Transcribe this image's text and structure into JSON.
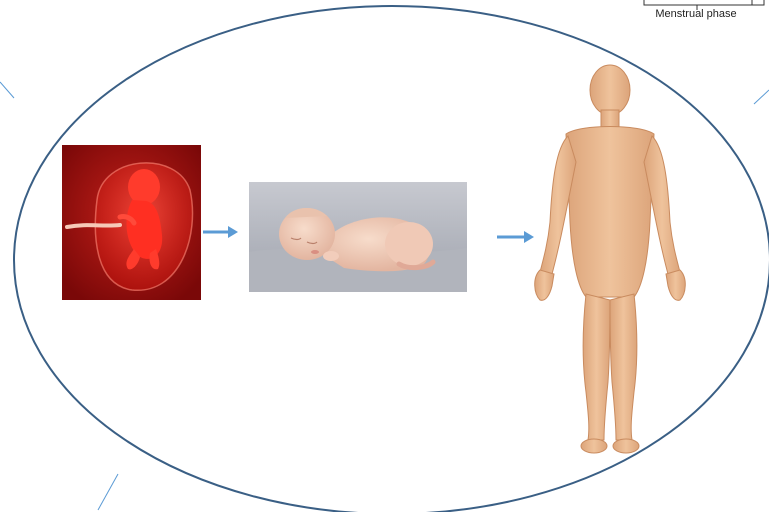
{
  "diagram": {
    "corner_label": "Menstrual phase",
    "stages": [
      "fetus",
      "newborn-baby",
      "adult-human"
    ],
    "colors": {
      "ellipse": "#3a5f85",
      "arrow": "#5b9bd5",
      "skin": "#e8b88c",
      "fetus_bg": "#8e0a0a"
    }
  }
}
